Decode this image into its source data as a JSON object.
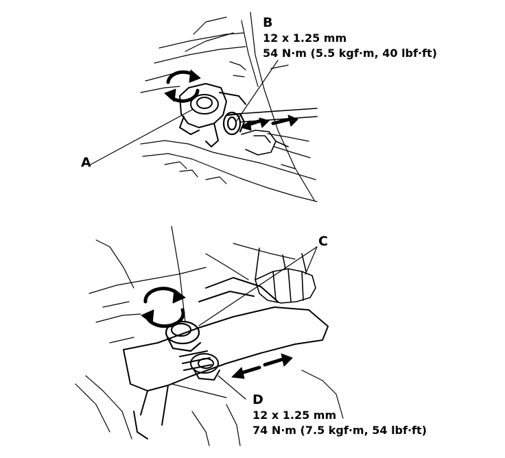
{
  "callouts": {
    "a": {
      "letter": "A"
    },
    "b": {
      "letter": "B",
      "size": "12 x 1.25 mm",
      "torque": "54 N·m (5.5 kgf·m, 40 lbf·ft)"
    },
    "c": {
      "letter": "C"
    },
    "d": {
      "letter": "D",
      "size": "12 x 1.25 mm",
      "torque": "74 N·m (7.5 kgf·m, 54 lbf·ft)"
    }
  },
  "colors": {
    "ink": "#000000",
    "paper": "#ffffff"
  }
}
